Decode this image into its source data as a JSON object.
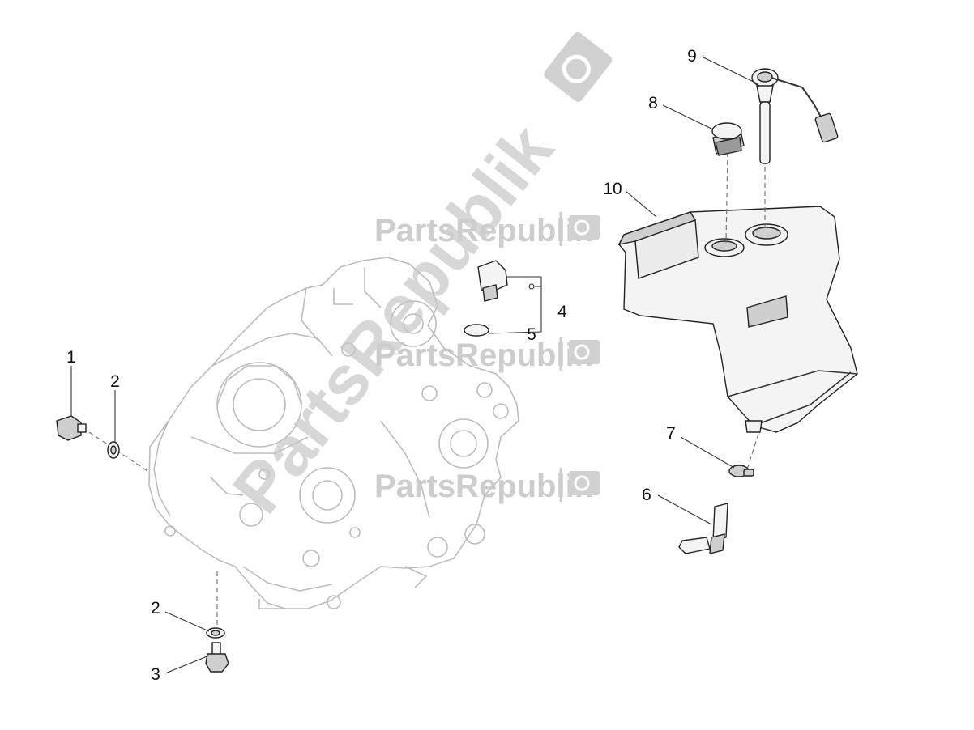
{
  "watermark": {
    "text": "PartsRepublik",
    "logo_icon": "gear-flag-icon"
  },
  "callouts": [
    {
      "id": "c1",
      "label": "1"
    },
    {
      "id": "c2a",
      "label": "2"
    },
    {
      "id": "c2b",
      "label": "2"
    },
    {
      "id": "c3",
      "label": "3"
    },
    {
      "id": "c4",
      "label": "4"
    },
    {
      "id": "c5",
      "label": "5"
    },
    {
      "id": "c6",
      "label": "6"
    },
    {
      "id": "c7",
      "label": "7"
    },
    {
      "id": "c8",
      "label": "8"
    },
    {
      "id": "c9",
      "label": "9"
    },
    {
      "id": "c10",
      "label": "10"
    }
  ]
}
